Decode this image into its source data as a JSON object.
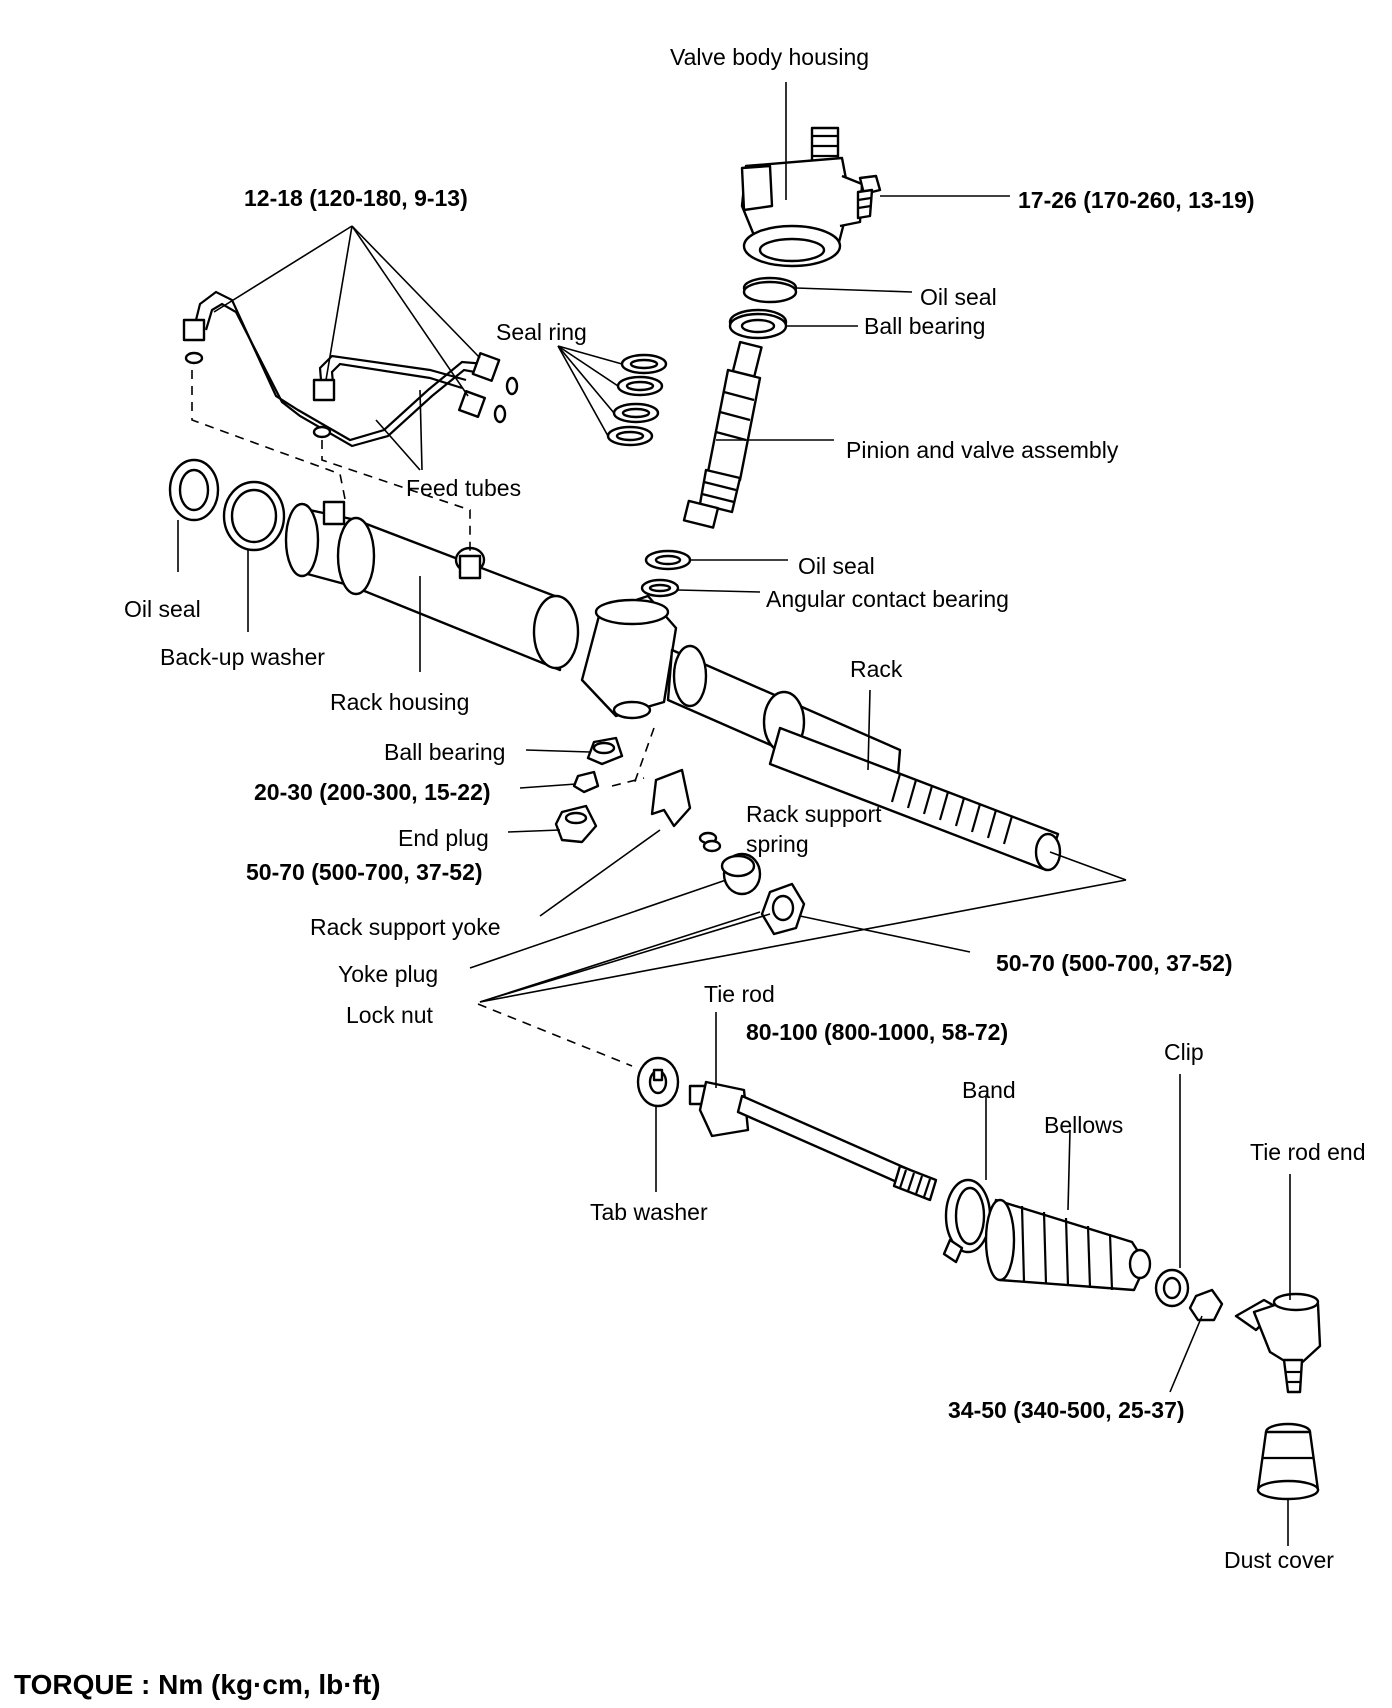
{
  "labels": {
    "valve_body_housing": "Valve body housing",
    "oil_seal_top": "Oil seal",
    "ball_bearing_top": "Ball bearing",
    "seal_ring": "Seal ring",
    "pinion_valve_assembly": "Pinion and valve assembly",
    "feed_tubes": "Feed tubes",
    "oil_seal_mid": "Oil seal",
    "angular_contact_bearing": "Angular contact bearing",
    "oil_seal_left": "Oil seal",
    "backup_washer": "Back-up washer",
    "rack_housing": "Rack housing",
    "rack": "Rack",
    "ball_bearing_low": "Ball bearing",
    "end_plug": "End plug",
    "rack_support_spring_1": "Rack support",
    "rack_support_spring_2": "spring",
    "rack_support_yoke": "Rack support yoke",
    "yoke_plug": "Yoke plug",
    "lock_nut": "Lock nut",
    "tie_rod": "Tie rod",
    "clip": "Clip",
    "band": "Band",
    "bellows": "Bellows",
    "tie_rod_end": "Tie rod end",
    "tab_washer": "Tab washer",
    "dust_cover": "Dust cover"
  },
  "torques": {
    "feed_tube_nuts": "12-18 (120-180, 9-13)",
    "valve_body_bolts": "17-26 (170-260, 13-19)",
    "ball_bearing_nut": "20-30 (200-300, 15-22)",
    "end_plug": "50-70 (500-700, 37-52)",
    "lock_nut": "50-70 (500-700, 37-52)",
    "tie_rod": "80-100 (800-1000, 58-72)",
    "tie_rod_end_nut": "34-50 (340-500, 25-37)"
  },
  "footer": "TORQUE : Nm (kg·cm, lb·ft)"
}
